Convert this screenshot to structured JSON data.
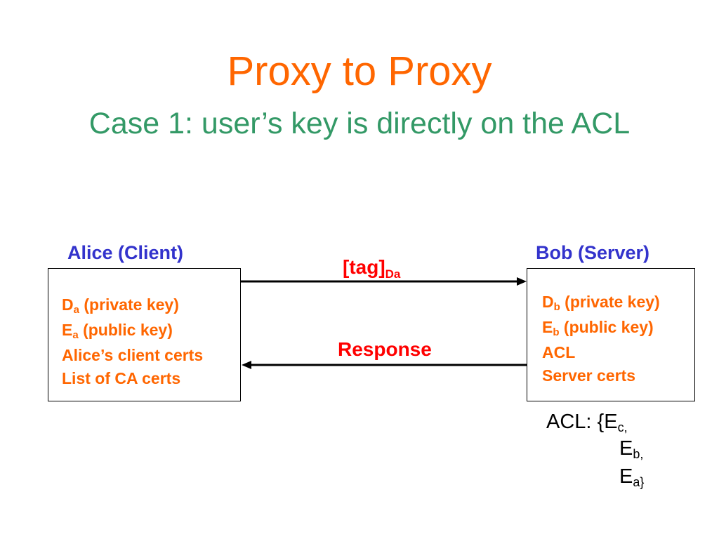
{
  "title": "Proxy to Proxy",
  "subtitle": "Case 1: user’s key is directly on the ACL",
  "colors": {
    "title": "#ff6600",
    "subtitle": "#339966",
    "party_label": "#3333cc",
    "box_text": "#ff6600",
    "message": "#ff0000"
  },
  "client": {
    "label": "Alice (Client)",
    "lines": [
      {
        "main": "D",
        "sub": "a",
        "rest": " (private key)"
      },
      {
        "main": "E",
        "sub": "a",
        "rest": " (public key)"
      },
      {
        "main": "Alice’s client certs",
        "sub": "",
        "rest": ""
      },
      {
        "main": "List of CA certs",
        "sub": "",
        "rest": ""
      }
    ]
  },
  "server": {
    "label": "Bob (Server)",
    "lines": [
      {
        "main": "D",
        "sub": "b",
        "rest": " (private key)"
      },
      {
        "main": "E",
        "sub": "b",
        "rest": " (public key)"
      },
      {
        "main": "ACL",
        "sub": "",
        "rest": ""
      },
      {
        "main": "Server certs",
        "sub": "",
        "rest": ""
      }
    ]
  },
  "messages": {
    "request": {
      "main": "[tag]",
      "sub": "Da"
    },
    "response": {
      "main": "Response"
    }
  },
  "acl": {
    "prefix": "ACL: {",
    "entries": [
      {
        "main": "E",
        "sub": "c,"
      },
      {
        "main": "E",
        "sub": "b,"
      },
      {
        "main": "E",
        "sub": "a}"
      }
    ]
  }
}
